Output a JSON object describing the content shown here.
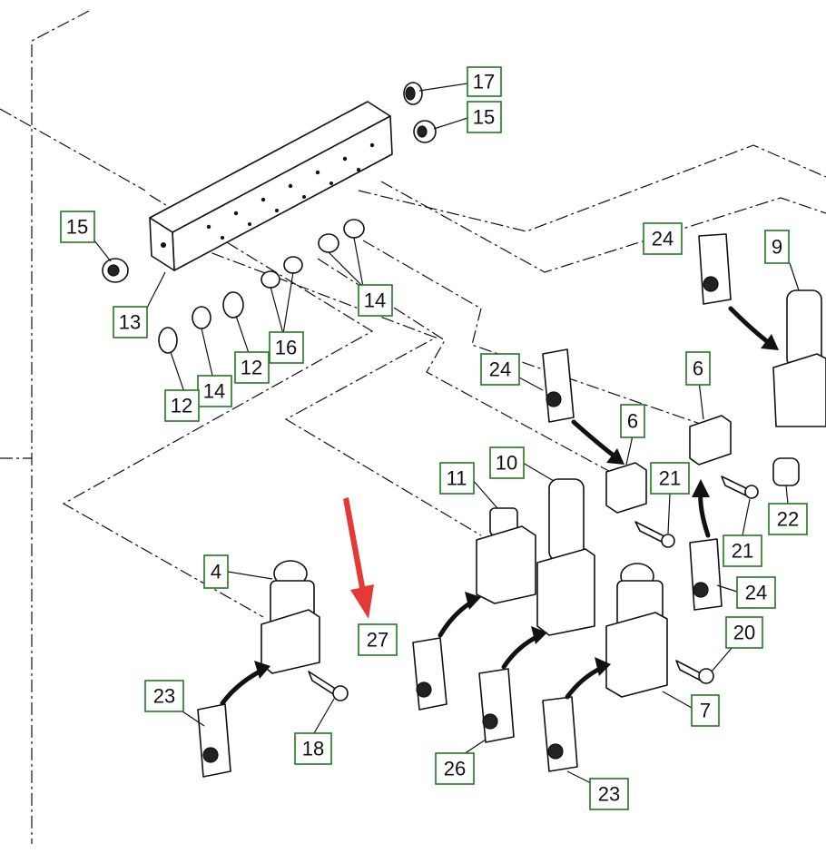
{
  "labels": [
    {
      "id": "l17",
      "text": "17"
    },
    {
      "id": "l15a",
      "text": "15"
    },
    {
      "id": "l15b",
      "text": "15"
    },
    {
      "id": "l13",
      "text": "13"
    },
    {
      "id": "l14a",
      "text": "14"
    },
    {
      "id": "l16",
      "text": "16"
    },
    {
      "id": "l12a",
      "text": "12"
    },
    {
      "id": "l14b",
      "text": "14"
    },
    {
      "id": "l12b",
      "text": "12"
    },
    {
      "id": "l24a",
      "text": "24"
    },
    {
      "id": "l9",
      "text": "9"
    },
    {
      "id": "l24b",
      "text": "24"
    },
    {
      "id": "l6a",
      "text": "6"
    },
    {
      "id": "l6b",
      "text": "6"
    },
    {
      "id": "l11",
      "text": "11"
    },
    {
      "id": "l10",
      "text": "10"
    },
    {
      "id": "l21a",
      "text": "21"
    },
    {
      "id": "l21b",
      "text": "21"
    },
    {
      "id": "l22",
      "text": "22"
    },
    {
      "id": "l24c",
      "text": "24"
    },
    {
      "id": "l4",
      "text": "4"
    },
    {
      "id": "l27",
      "text": "27"
    },
    {
      "id": "l20",
      "text": "20"
    },
    {
      "id": "l7",
      "text": "7"
    },
    {
      "id": "l23a",
      "text": "23"
    },
    {
      "id": "l18",
      "text": "18"
    },
    {
      "id": "l26",
      "text": "26"
    },
    {
      "id": "l23b",
      "text": "23"
    }
  ],
  "colors": {
    "label_border": "#1e7a1e",
    "highlight_arrow": "#e53935",
    "line": "#111111"
  }
}
